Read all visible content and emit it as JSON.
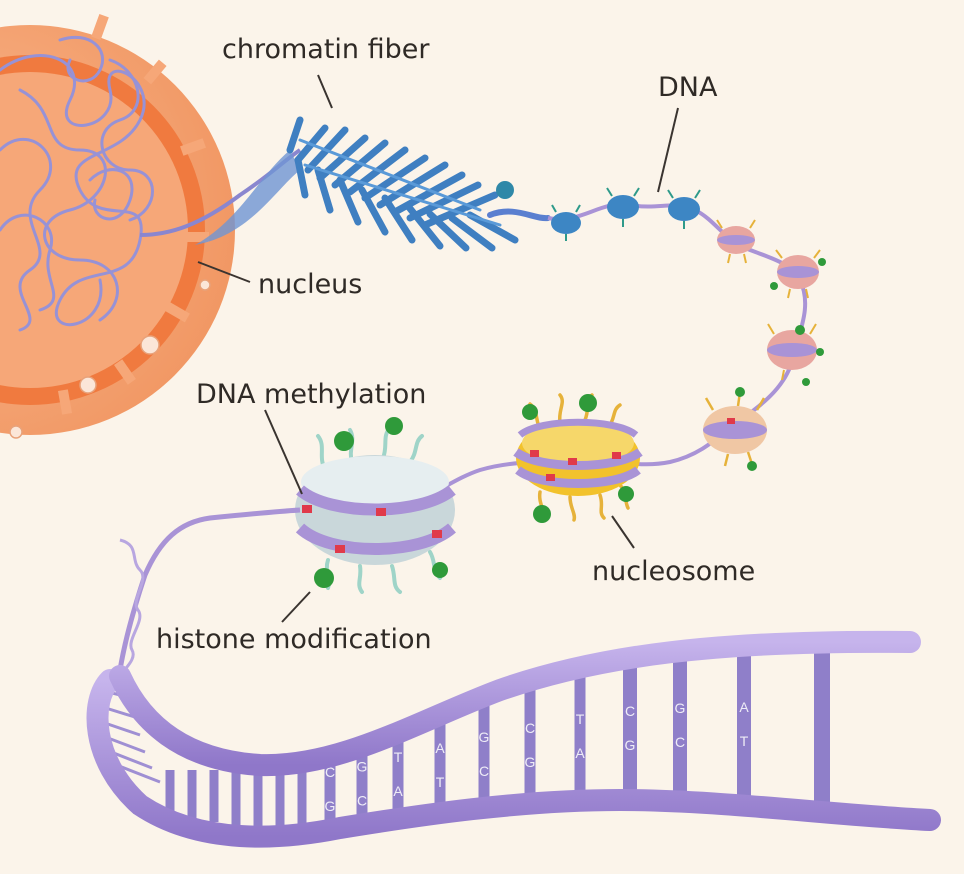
{
  "labels": {
    "chromatin_fiber": "chromatin fiber",
    "dna": "DNA",
    "nucleus": "nucleus",
    "dna_methylation": "DNA methylation",
    "nucleosome": "nucleosome",
    "histone_modification": "histone modification"
  },
  "base_pairs": [
    [
      "C",
      "G"
    ],
    [
      "G",
      "C"
    ],
    [
      "T",
      "A"
    ],
    [
      "A",
      "T"
    ],
    [
      "G",
      "C"
    ],
    [
      "C",
      "G"
    ],
    [
      "T",
      "A"
    ],
    [
      "C",
      "G"
    ],
    [
      "G",
      "C"
    ],
    [
      "A",
      "T"
    ]
  ],
  "colors": {
    "background": "#fbf4ea",
    "nucleus_fill": "#f4a07a",
    "nuclear_envelope": "#e8743c",
    "chromatin": "#8a86cf",
    "fiber": "#3f7fc1",
    "dna_strand": "#a993d6",
    "rung": "#8f7fc9",
    "histone_yellow": "#f2c22c",
    "histone_gray": "#d4e0e2",
    "methyl_mark": "#e03a4a",
    "modification_ball": "#2f9a3a"
  }
}
